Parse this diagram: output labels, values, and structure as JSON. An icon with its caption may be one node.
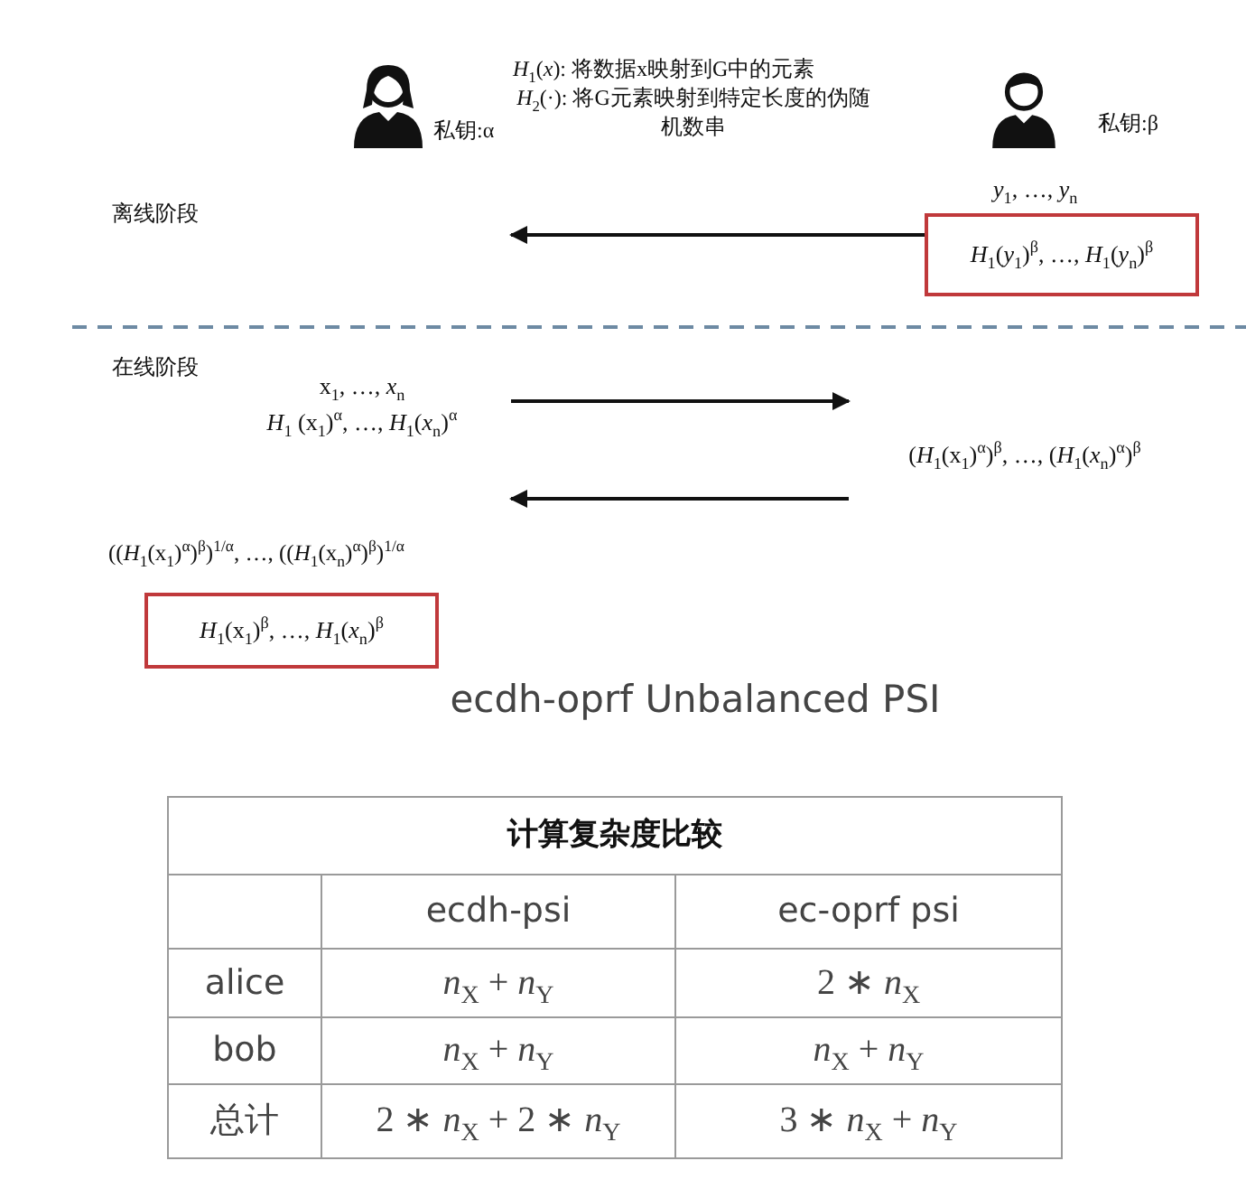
{
  "diagram": {
    "title": "ecdh-oprf Unbalanced PSI",
    "nodes": [
      {
        "text": [],
        "shape": "person",
        "beside": [
          "私钥:α"
        ]
      },
      {
        "text": [],
        "shape": "person",
        "beside": [
          "私钥:β"
        ]
      },
      {
        "text": [
          "*H*$_{1}$(*y*$_{1}$)$^{β}$, …, *H*$_{1}$(*y*$_{n}$)$^{β}$"
        ]
      },
      {
        "text": [
          "x$_{1}$, …, *x*$_{n}$",
          "*H*$_{1}$ (x$_{1}$)$^{α}$, …, *H*$_{1}$(*x*$_{n}$)$^{α}$"
        ]
      },
      {
        "text": [
          "(*H*$_{1}$(x$_{1}$)$^{α}$)$^{β}$, …, (*H*$_{1}$(*x*$_{n}$)$^{α}$)$^{β}$"
        ]
      },
      {
        "text": [
          "*H*$_{1}$(x$_{1}$)$^{β}$, …, *H*$_{1}$(*x*$_{n}$)$^{β}$"
        ]
      }
    ],
    "edges": [
      {
        "from": 2,
        "to": null,
        "arrow": "to"
      },
      {
        "from": 3,
        "to": 4,
        "arrow": "to"
      },
      {
        "from": 4,
        "to": null,
        "arrow": "to"
      }
    ],
    "labels": [
      "*H*$_{1}$(*x*): 将数据x映射到G中的元素",
      "*H*$_{2}$(·): 将G元素映射到特定长度的伪随机数串",
      "离线阶段",
      "*y*$_{1}$, …, *y*$_{n}$",
      "在线阶段",
      "((*H*$_{1}$(x$_{1}$)$^{α}$)$^{β}$)$^{1/α}$, …, ((*H*$_{1}$(x$_{n}$)$^{α}$)$^{β}$)$^{1/α}$",
      "计算复杂度比较",
      "ecdh-psi",
      "ec-oprf psi",
      "alice",
      "*n*$_{X}$ + *n*$_{Y}$",
      "2 ∗ *n*$_{X}$",
      "bob",
      "*n*$_{X}$ + *n*$_{Y}$",
      "*n*$_{X}$ + *n*$_{Y}$",
      "总计",
      "2 ∗ *n*$_{X}$ + 2 ∗ *n*$_{Y}$",
      "3 ∗ *n*$_{X}$ + *n*$_{Y}$"
    ]
  }
}
